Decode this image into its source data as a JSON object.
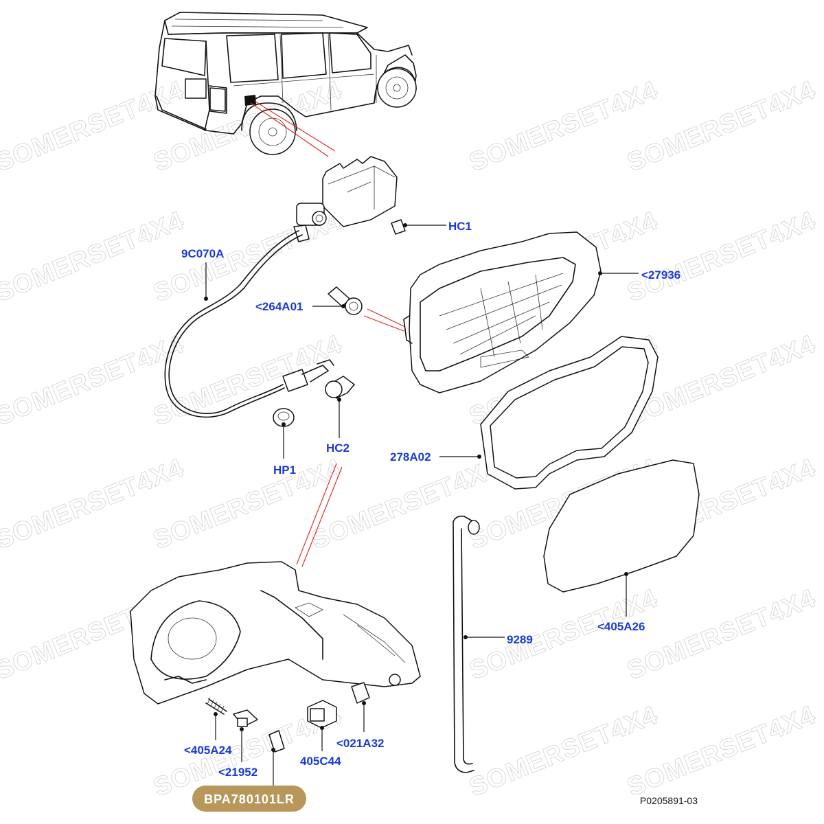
{
  "watermark": "SOMERSET4X4",
  "labels": {
    "hc1": "HC1",
    "p9c070a": "9C070A",
    "p27936": "<27936",
    "p264a01": "<264A01",
    "hp1": "HP1",
    "hc2": "HC2",
    "p278a02": "278A02",
    "p9289": "9289",
    "p405a26": "<405A26",
    "p405a24": "<405A24",
    "p21952": "<21952",
    "p405c44": "405C44",
    "p021a32": "<021A32"
  },
  "badge": {
    "text": "BPA780101LR",
    "color": "#b8985a"
  },
  "reference": "P0205891-03",
  "colors": {
    "label": "#1a3ad6",
    "leader_red": "#e02020"
  }
}
